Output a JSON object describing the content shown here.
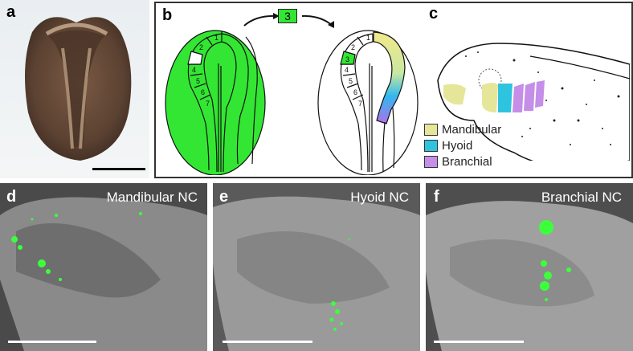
{
  "panels": {
    "a": {
      "label": "a"
    },
    "b": {
      "label": "b",
      "transplant_segment": "3",
      "segments": [
        "1",
        "2",
        "3",
        "4",
        "5",
        "6",
        "7"
      ]
    },
    "c": {
      "label": "c",
      "legend": [
        {
          "label": "Mandibular",
          "color": "#e6e69a"
        },
        {
          "label": "Hyoid",
          "color": "#2ec4e0"
        },
        {
          "label": "Branchial",
          "color": "#c58ee8"
        }
      ]
    },
    "d": {
      "label": "d",
      "title": "Mandibular NC"
    },
    "e": {
      "label": "e",
      "title": "Hyoid NC"
    },
    "f": {
      "label": "f",
      "title": "Branchial NC"
    }
  },
  "colors": {
    "graft_green": "#33e633",
    "gfp": "#3cff3c"
  }
}
